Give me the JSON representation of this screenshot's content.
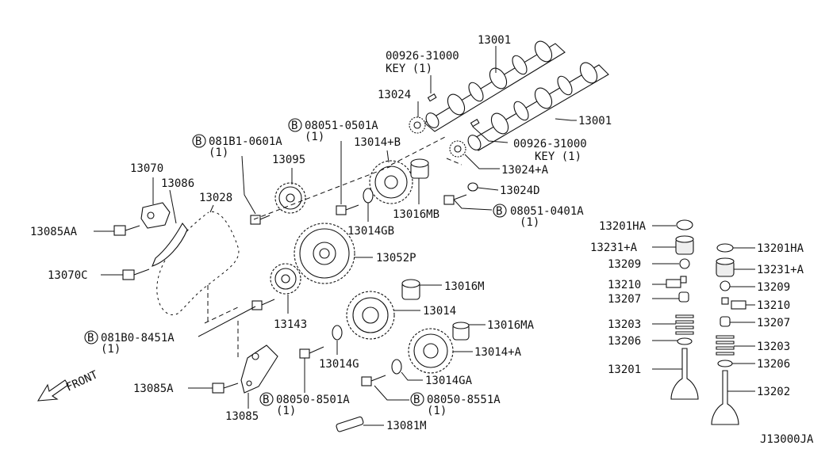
{
  "labels": {
    "l13001a": "13001",
    "l00926a": "00926-31000",
    "lkeya": "KEY (1)",
    "l13024": "13024",
    "l13001b": "13001",
    "l00926b": "00926-31000",
    "lkeyb": "KEY (1)",
    "l13024A": "13024+A",
    "l13024D": "13024D",
    "l08051b": "08051-0401A",
    "l08051bq": "(1)",
    "l08051a": "08051-0501A",
    "l08051aq": "(1)",
    "l13014B": "13014+B",
    "l081B1": "081B1-0601A",
    "l081B1q": "(1)",
    "l13095": "13095",
    "l13070": "13070",
    "l13086": "13086",
    "l13028": "13028",
    "l13085AA": "13085AA",
    "l13014GB": "13014GB",
    "l13016MB": "13016MB",
    "l13052P": "13052P",
    "l13070C": "13070C",
    "l13016M": "13016M",
    "l13014": "13014",
    "l13143": "13143",
    "l081B0": "081B0-8451A",
    "l081B0q": "(1)",
    "l13016MA": "13016MA",
    "l13014A": "13014+A",
    "l13014G": "13014G",
    "l13014GA": "13014GA",
    "lfront": "FRONT",
    "l13085A": "13085A",
    "l08050a": "08050-8501A",
    "l08050aq": "(1)",
    "l08050b": "08050-8551A",
    "l08050bq": "(1)",
    "l13085": "13085",
    "l13081M": "13081M",
    "l13201HAa": "13201HA",
    "l13231Aa": "13231+A",
    "l13209a": "13209",
    "l13210a": "13210",
    "l13207a": "13207",
    "l13203a": "13203",
    "l13206a": "13206",
    "l13201": "13201",
    "l13201HAb": "13201HA",
    "l13231Ab": "13231+A",
    "l13209b": "13209",
    "l13210b": "13210",
    "l13207b": "13207",
    "l13203b": "13203",
    "l13206b": "13206",
    "l13202": "13202",
    "lref": "J13000JA",
    "bolt_marker": "B"
  },
  "colors": {
    "ink": "#111111",
    "paper": "#ffffff"
  }
}
